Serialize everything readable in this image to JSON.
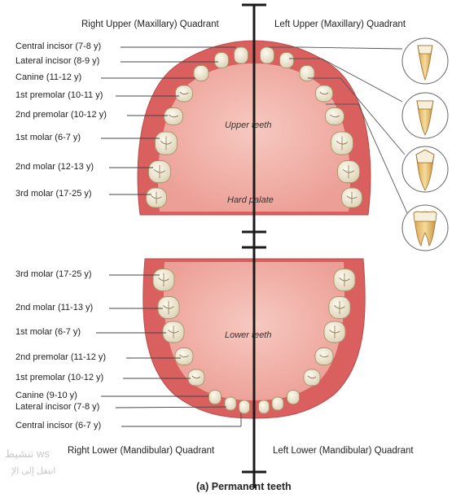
{
  "quadrants": {
    "right_upper": "Right Upper (Maxillary) Quadrant",
    "left_upper": "Left Upper (Maxillary) Quadrant",
    "right_lower": "Right Lower (Mandibular) Quadrant",
    "left_lower": "Left Lower (Mandibular) Quadrant"
  },
  "upper_labels": [
    "Central incisor (7-8 y)",
    "Lateral incisor (8-9 y)",
    "Canine (11-12 y)",
    "1st premolar (10-11 y)",
    "2nd premolar (10-12 y)",
    "1st molar (6-7 y)",
    "2nd molar (12-13 y)",
    "3rd molar (17-25 y)"
  ],
  "lower_labels": [
    "3rd molar (17-25 y)",
    "2nd molar (11-13 y)",
    "1st molar (6-7 y)",
    "2nd premolar (11-12 y)",
    "1st premolar (10-12 y)",
    "Canine (9-10 y)",
    "Lateral incisor (7-8 y)",
    "Central incisor (6-7 y)"
  ],
  "regions": {
    "upper_teeth": "Upper teeth",
    "hard_palate": "Hard palate",
    "lower_teeth": "Lower teeth"
  },
  "caption": "(a) Permanent teeth",
  "watermark": {
    "line1": "تنشيط ws",
    "line2": "انتقل إلى الإ"
  },
  "colors": {
    "gum": "#d9605f",
    "palate": "#f2b3ab",
    "tooth": "#f3ecd8",
    "axis": "#1a1a1a"
  }
}
